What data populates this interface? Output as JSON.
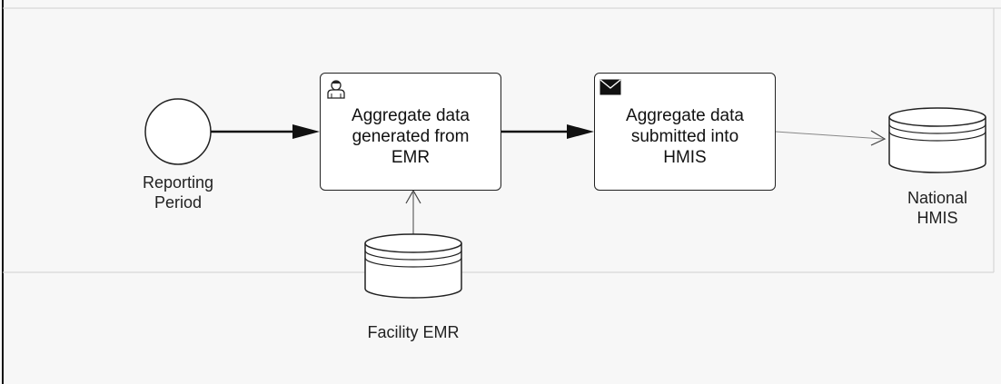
{
  "events": {
    "start": {
      "label": "Reporting\nPeriod"
    }
  },
  "tasks": [
    {
      "id": "task-aggregate-emr",
      "label": "Aggregate data\ngenerated from\nEMR",
      "icon": "user-icon"
    },
    {
      "id": "task-submit-hmis",
      "label": "Aggregate data\nsubmitted into\nHMIS",
      "icon": "envelope-icon"
    }
  ],
  "data_stores": [
    {
      "id": "facility-emr",
      "label": "Facility EMR"
    },
    {
      "id": "national-hmis",
      "label": "National\nHMIS"
    }
  ],
  "colors": {
    "line": "#222222",
    "association": "#888888",
    "canvas": "#f7f7f7"
  }
}
